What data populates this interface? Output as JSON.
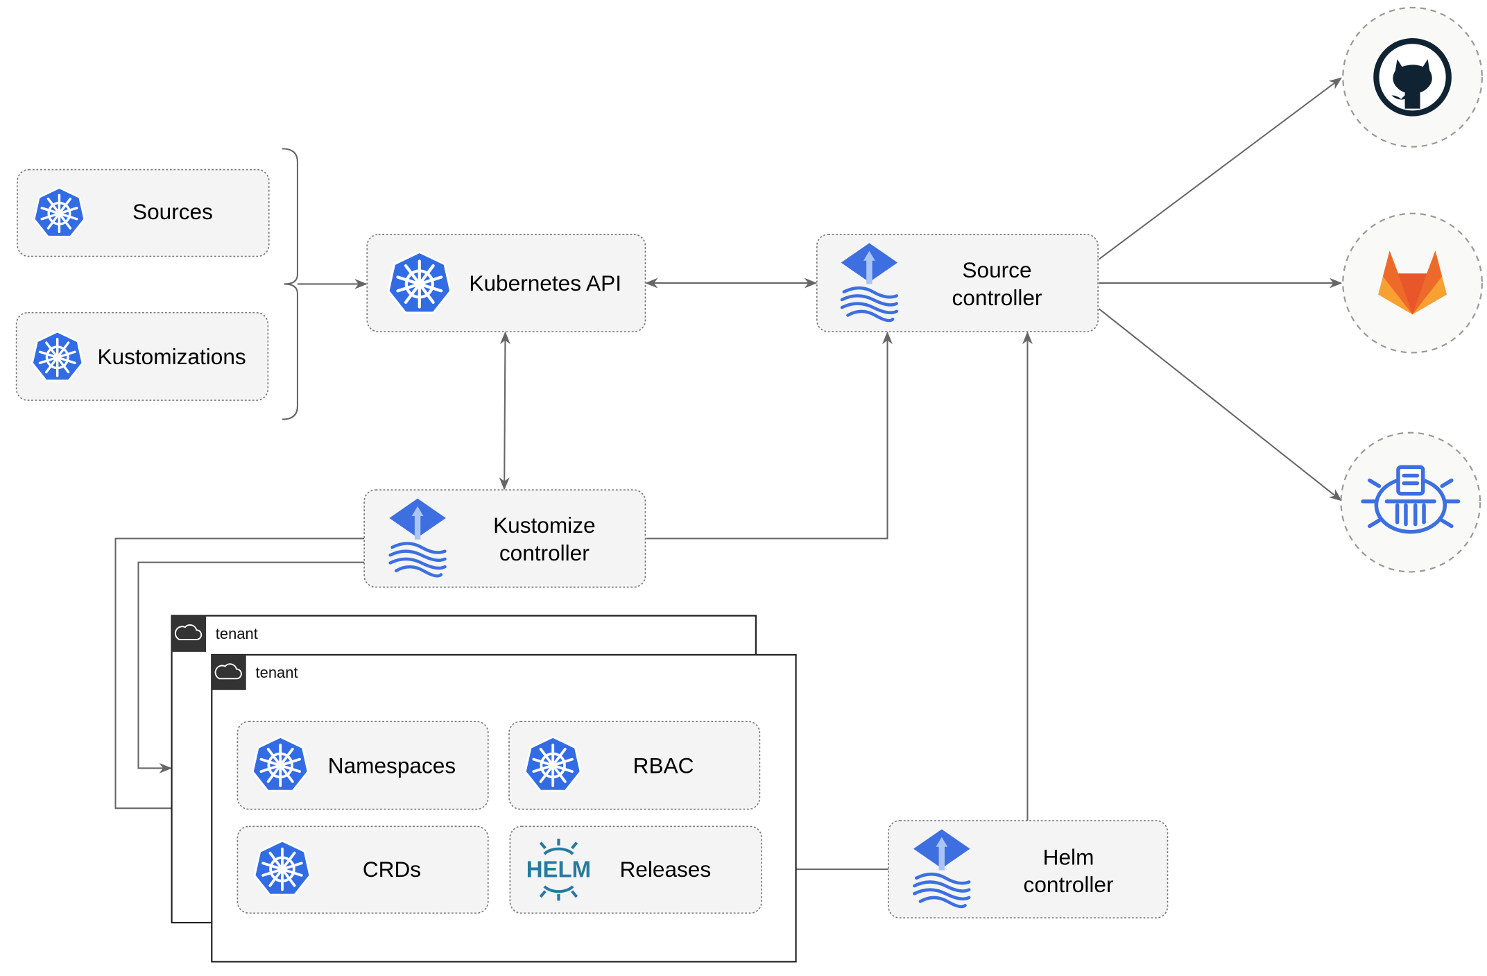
{
  "nodes": {
    "sources": "Sources",
    "kustomizations": "Kustomizations",
    "kubernetes_api": "Kubernetes API",
    "source_controller": [
      "Source",
      "controller"
    ],
    "kustomize_controller": [
      "Kustomize",
      "controller"
    ],
    "helm_controller": [
      "Helm",
      "controller"
    ],
    "namespaces": "Namespaces",
    "rbac": "RBAC",
    "crds": "CRDs",
    "releases": "Releases",
    "helm_logo_text": "HELM"
  },
  "tenants": [
    "tenant",
    "tenant"
  ],
  "external_sources": [
    {
      "icon": "github-icon"
    },
    {
      "icon": "gitlab-icon"
    },
    {
      "icon": "bucket-icon"
    }
  ],
  "colors": {
    "kubernetes_blue": "#326CE5",
    "flux_blue": "#3D6FE0",
    "helm_blue": "#277A9F",
    "github_dark": "#0F2333",
    "gitlab_orange": "#E8562A",
    "gitlab_yellow": "#F8A132",
    "edge_gray": "#666666"
  }
}
